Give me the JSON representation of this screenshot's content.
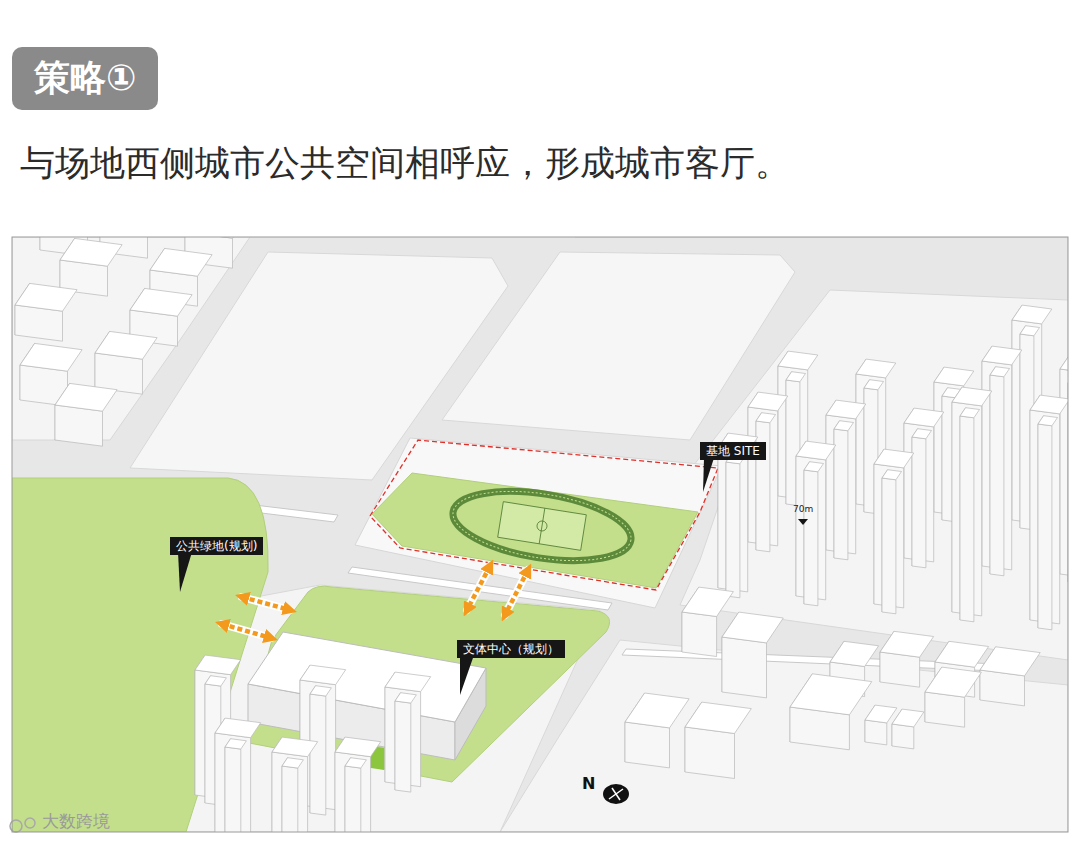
{
  "diagram": {
    "title": "策略①",
    "caption": "与场地西侧城市公共空间相呼应，形成城市客厅。",
    "nodes": [
      {
        "text": [
          "基地 SITE"
        ]
      },
      {
        "text": [
          "公共绿地(规划)"
        ]
      },
      {
        "text": [
          "文体中心（规划）"
        ]
      }
    ],
    "labels": [
      "70m",
      "N",
      "大数跨境"
    ]
  }
}
